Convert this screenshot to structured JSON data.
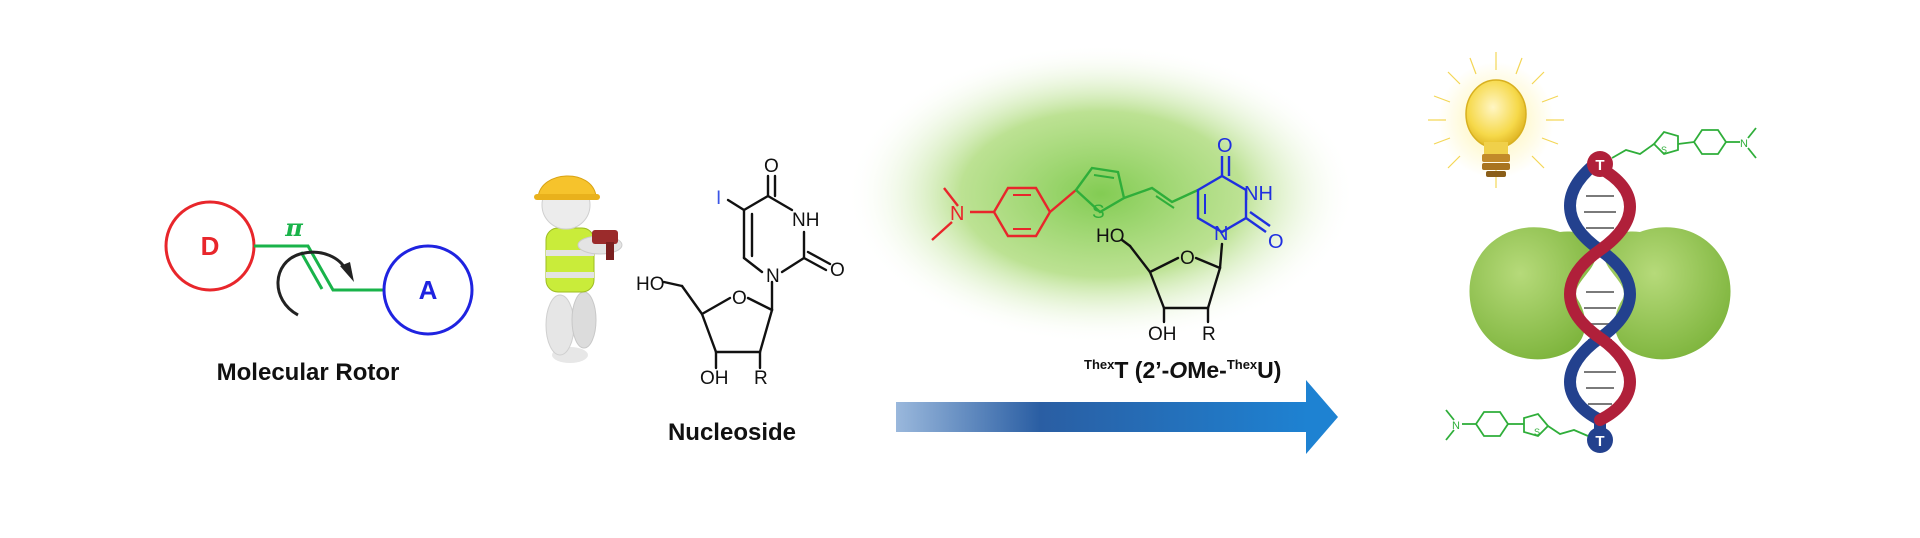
{
  "rotor": {
    "donor": "D",
    "pi": "π",
    "acceptor": "A",
    "label": "Molecular Rotor"
  },
  "nucleoside": {
    "label": "Nucleoside",
    "atoms": {
      "iodo": "I",
      "oxo_top": "O",
      "nh": "NH",
      "oxo_right": "O",
      "n1": "N",
      "ho": "HO",
      "ring_o": "O",
      "oh": "OH",
      "r": "R"
    }
  },
  "probe": {
    "label_pre": "Thex",
    "label_main": "T (2’-",
    "label_italic": "O",
    "label_mid": "Me-",
    "label_pre2": "Thex",
    "label_end": "U)",
    "atoms": {
      "nme2": "N",
      "s": "S",
      "oxo_top": "O",
      "nh": "NH",
      "n1": "N",
      "oxo_right": "O",
      "ho": "HO",
      "ring_o": "O",
      "oh": "OH",
      "r": "R"
    }
  },
  "duplex": {
    "top_tag": "T",
    "bottom_tag": "T",
    "mini_n": "N",
    "mini_s": "S"
  },
  "colors": {
    "donor": "#e8262b",
    "acceptor": "#1f23e0",
    "pi_bridge": "#19b34a",
    "probe_green": "#2fae3a",
    "probe_red": "#e8262b",
    "probe_blue": "#1f2fe0",
    "arrow": "#1b6db8",
    "strand_red": "#b0203a",
    "strand_blue": "#23418e",
    "protein": "#8fc24b",
    "bulb": "#f4d23a"
  }
}
